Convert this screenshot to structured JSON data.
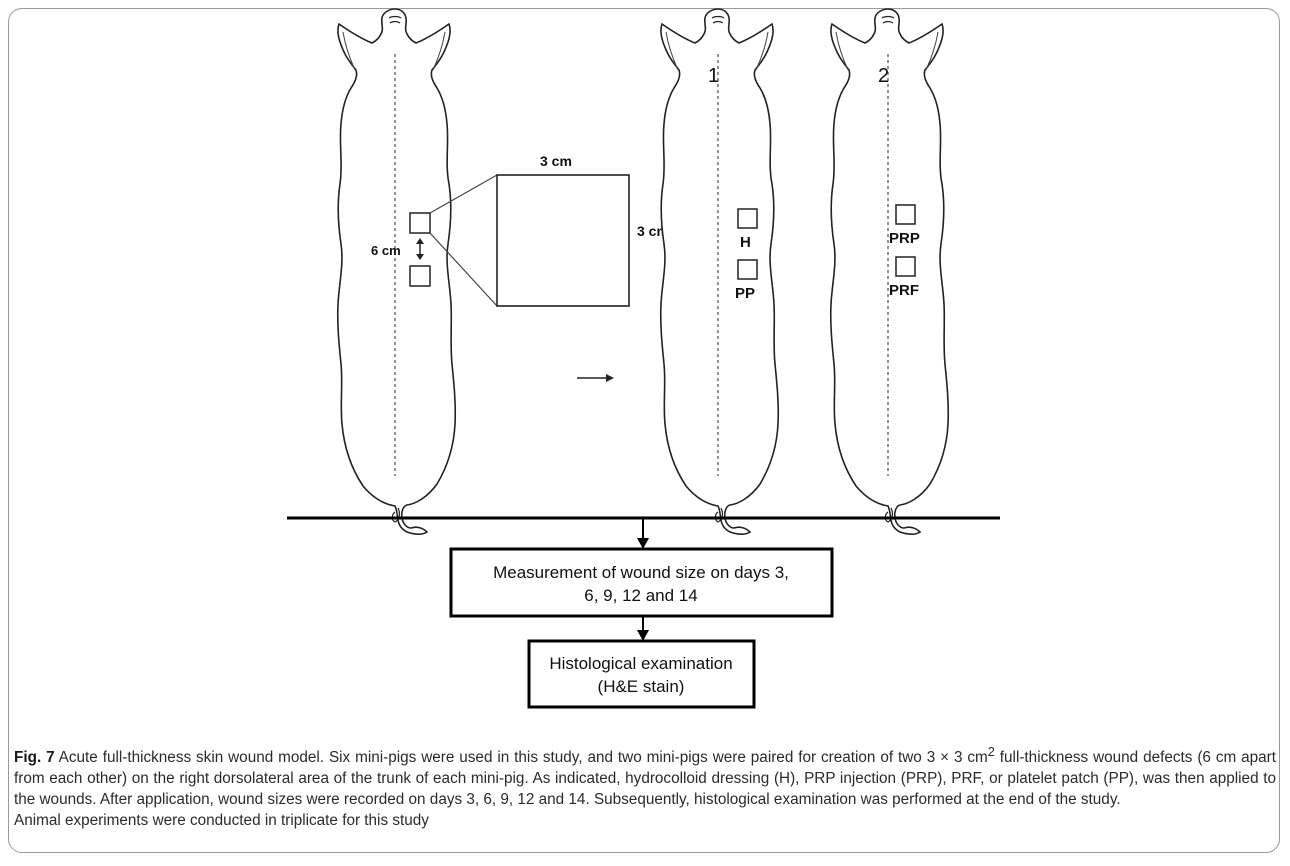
{
  "figure": {
    "left_labels": {
      "square_top": "3 cm",
      "square_side": "3 cm",
      "gap": "6 cm"
    },
    "pig1": {
      "number": "1",
      "wound_a": "H",
      "wound_b": "PP"
    },
    "pig2": {
      "number": "2",
      "wound_a": "PRP",
      "wound_b": "PRF"
    },
    "flow": {
      "box1_line1": "Measurement of wound size on days 3,",
      "box1_line2": "6, 9, 12 and 14",
      "box2_line1": "Histological examination",
      "box2_line2": "(H&E stain)"
    }
  },
  "caption": {
    "label": "Fig. 7",
    "text_before_sup": " Acute full-thickness skin wound model. Six mini-pigs were used in this study, and two mini-pigs were paired for creation of two 3 × 3 cm",
    "sup": "2",
    "text_after_sup": " full-thickness wound defects (6 cm apart from each other) on the right dorsolateral area of the trunk of each mini-pig. As indicated, hydrocolloid dressing (H), PRP injection (PRP), PRF, or platelet patch (PP), was then applied to the wounds. After application, wound sizes were recorded on days 3, 6, 9, 12 and 14. Subsequently, histological examination was performed at the end of the study.",
    "last_line": "Animal experiments were conducted in triplicate for this study"
  }
}
